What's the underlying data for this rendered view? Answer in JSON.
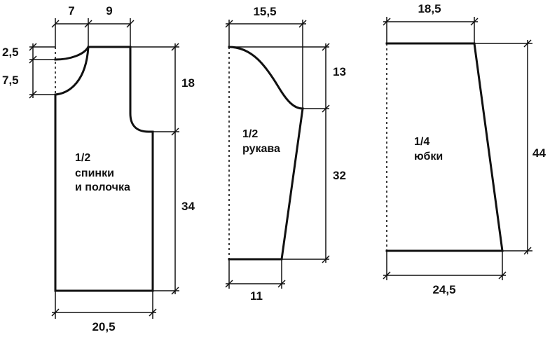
{
  "colors": {
    "ink": "#111111",
    "background": "#ffffff"
  },
  "pieces": {
    "back_front": {
      "label_fraction": "1/2",
      "label_line1": "спинки",
      "label_line2": "и полочка",
      "dim_shoulder_left": "7",
      "dim_shoulder_right": "9",
      "dim_neck_back": "2,5",
      "dim_neck_front": "7,5",
      "dim_armhole": "18",
      "dim_side": "34",
      "dim_bottom": "20,5"
    },
    "sleeve": {
      "label_fraction": "1/2",
      "label_name": "рукава",
      "dim_top": "15,5",
      "dim_cap": "13",
      "dim_length": "32",
      "dim_cuff": "11"
    },
    "skirt": {
      "label_fraction": "1/4",
      "label_name": "юбки",
      "dim_top": "18,5",
      "dim_height": "44",
      "dim_bottom": "24,5"
    }
  }
}
